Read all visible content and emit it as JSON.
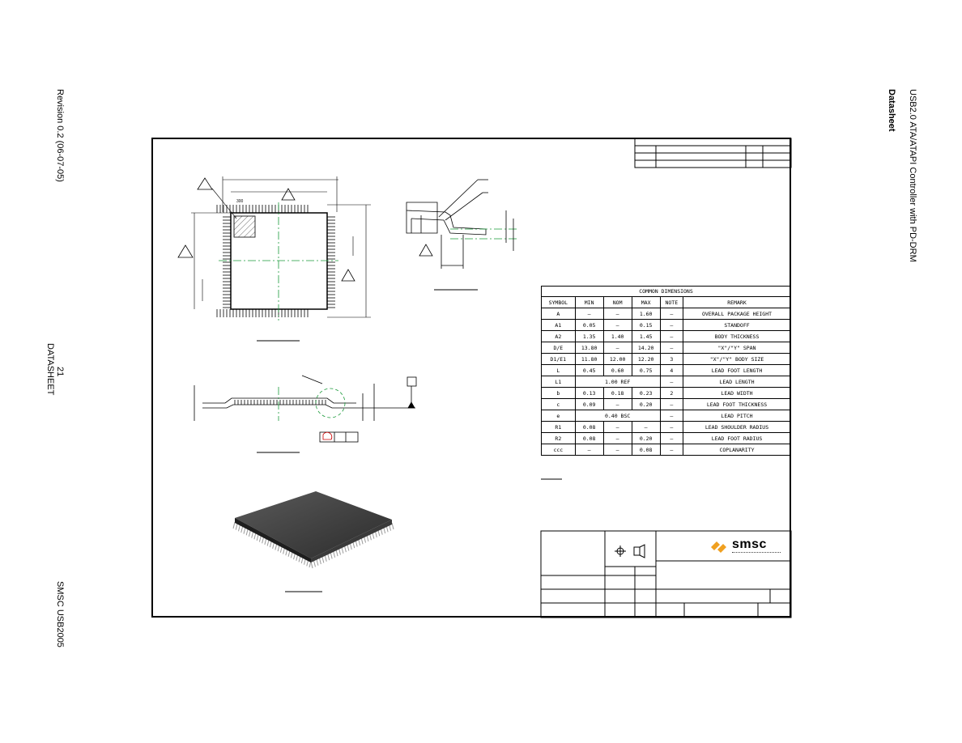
{
  "margin": {
    "header_title": "USB2.0 ATA/ATAPI Controller with PD-DRM",
    "header_subtitle": "Datasheet",
    "revision": "Revision 0.2 (06-07-05)",
    "page_number": "21",
    "section": "DATASHEET",
    "product": "SMSC USB2005"
  },
  "drawing": {
    "top_view_dim": "300",
    "dimension_table": {
      "title": "COMMON DIMENSIONS",
      "columns": [
        "SYMBOL",
        "MIN",
        "NOM",
        "MAX",
        "NOTE",
        "REMARK"
      ],
      "rows": [
        [
          "A",
          "–",
          "–",
          "1.60",
          "–",
          "OVERALL PACKAGE HEIGHT"
        ],
        [
          "A1",
          "0.05",
          "–",
          "0.15",
          "–",
          "STANDOFF"
        ],
        [
          "A2",
          "1.35",
          "1.40",
          "1.45",
          "–",
          "BODY THICKNESS"
        ],
        [
          "D/E",
          "13.80",
          "–",
          "14.20",
          "–",
          "\"X\"/\"Y\" SPAN"
        ],
        [
          "D1/E1",
          "11.80",
          "12.00",
          "12.20",
          "3",
          "\"X\"/\"Y\" BODY SIZE"
        ],
        [
          "L",
          "0.45",
          "0.60",
          "0.75",
          "4",
          "LEAD FOOT LENGTH"
        ],
        [
          "L1",
          "1.00 REF",
          "",
          "",
          "–",
          "LEAD LENGTH"
        ],
        [
          "b",
          "0.13",
          "0.18",
          "0.23",
          "2",
          "LEAD WIDTH"
        ],
        [
          "c",
          "0.09",
          "–",
          "0.20",
          "–",
          "LEAD FOOT THICKNESS"
        ],
        [
          "e",
          "0.40 BSC",
          "",
          "",
          "–",
          "LEAD PITCH"
        ],
        [
          "R1",
          "0.08",
          "–",
          "–",
          "–",
          "LEAD SHOULDER RADIUS"
        ],
        [
          "R2",
          "0.08",
          "–",
          "0.20",
          "–",
          "LEAD FOOT RADIUS"
        ],
        [
          "ccc",
          "–",
          "–",
          "0.08",
          "–",
          "COPLANARITY"
        ]
      ]
    },
    "logo_text": "SMSC"
  }
}
